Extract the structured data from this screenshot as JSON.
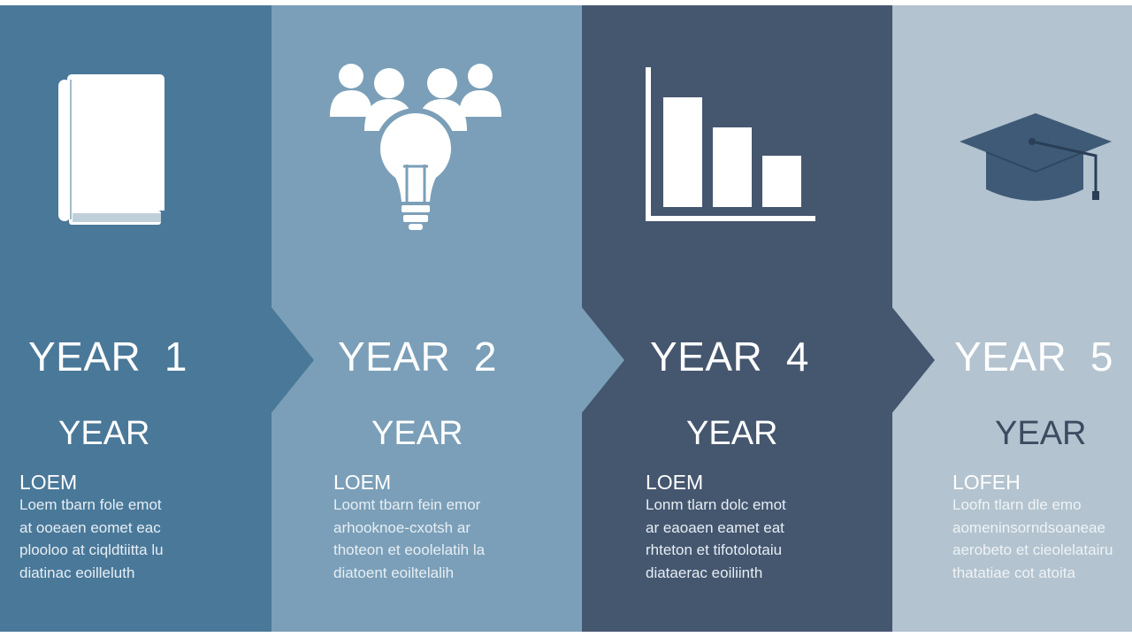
{
  "colors": {
    "panel1": "#4a7899",
    "panel2": "#7b9fb8",
    "panel3": "#45566f",
    "panel4": "#b3c3cf",
    "cap": "#3e5a77"
  },
  "stages": [
    {
      "icon": "book-icon",
      "title": "YEAR  1",
      "subtitle": "YEAR",
      "heading": "LOEM",
      "body": "Loem  tbarn  fole  emot\nat  ooeaen  eomet  eac\nplooloo  at  ciqldtiitta  lu\ndiatinac  eoilleluth"
    },
    {
      "icon": "team-lightbulb-icon",
      "title": "YEAR  2",
      "subtitle": "YEAR",
      "heading": "LOEM",
      "body": "Loomt  tbarn  fein  emor\narhooknoe-cxotsh  ar\nthoteon  et  eoolelatih  la\ndiatoent  eoiltelalih"
    },
    {
      "icon": "bar-chart-icon",
      "title": "YEAR  4",
      "subtitle": "YEAR",
      "heading": "LOEM",
      "body": "Lonm  tlarn  dolc  emot\nar  eaoaen  eamet  eat\nrhteton  et  tifotolotaiu\ndiataerac  eoiliinth"
    },
    {
      "icon": "graduation-cap-icon",
      "title": "YEAR  5",
      "subtitle": "YEAR",
      "heading": "LOFEH",
      "body": "Loofn  tlarn  dle  emo\naomeninsorndsoaneae\naerobeto  et  cieolelatairu\nthatatiae  cot  atoita"
    }
  ]
}
